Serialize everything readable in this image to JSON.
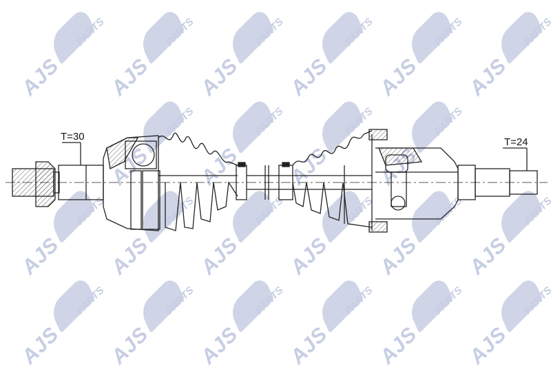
{
  "watermark": {
    "brand": "AJS",
    "suffix": "PARTS",
    "color": "#c7cee3"
  },
  "labels": {
    "left_spline": "T=30",
    "right_spline": "T=24"
  },
  "line_color": "#222222"
}
